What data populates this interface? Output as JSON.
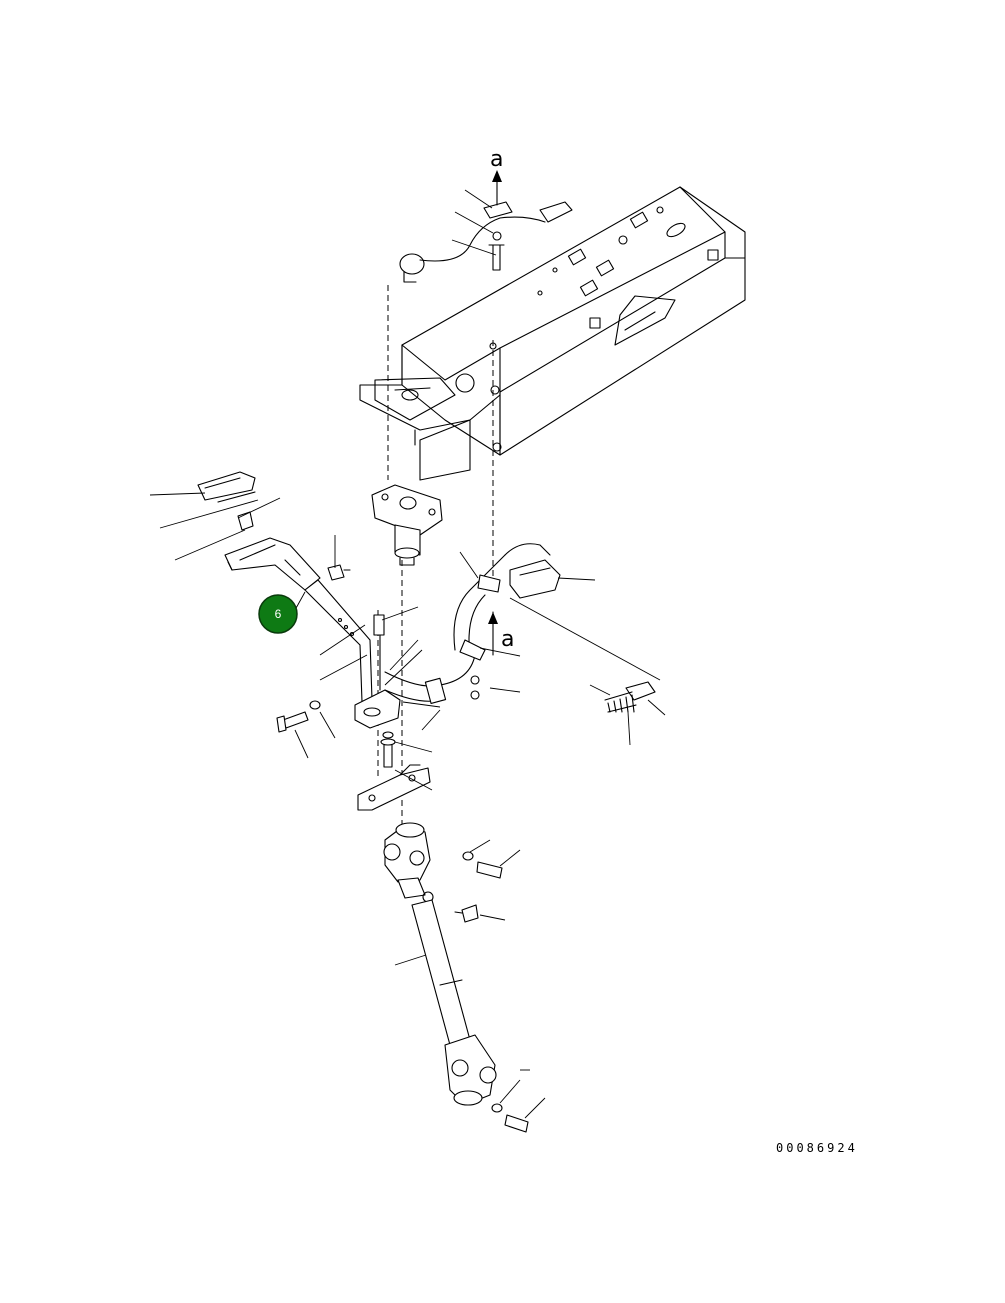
{
  "view_label_a": "a",
  "drawing_code": "00086924",
  "callout": {
    "number": "6",
    "color": "#0e7a14"
  }
}
